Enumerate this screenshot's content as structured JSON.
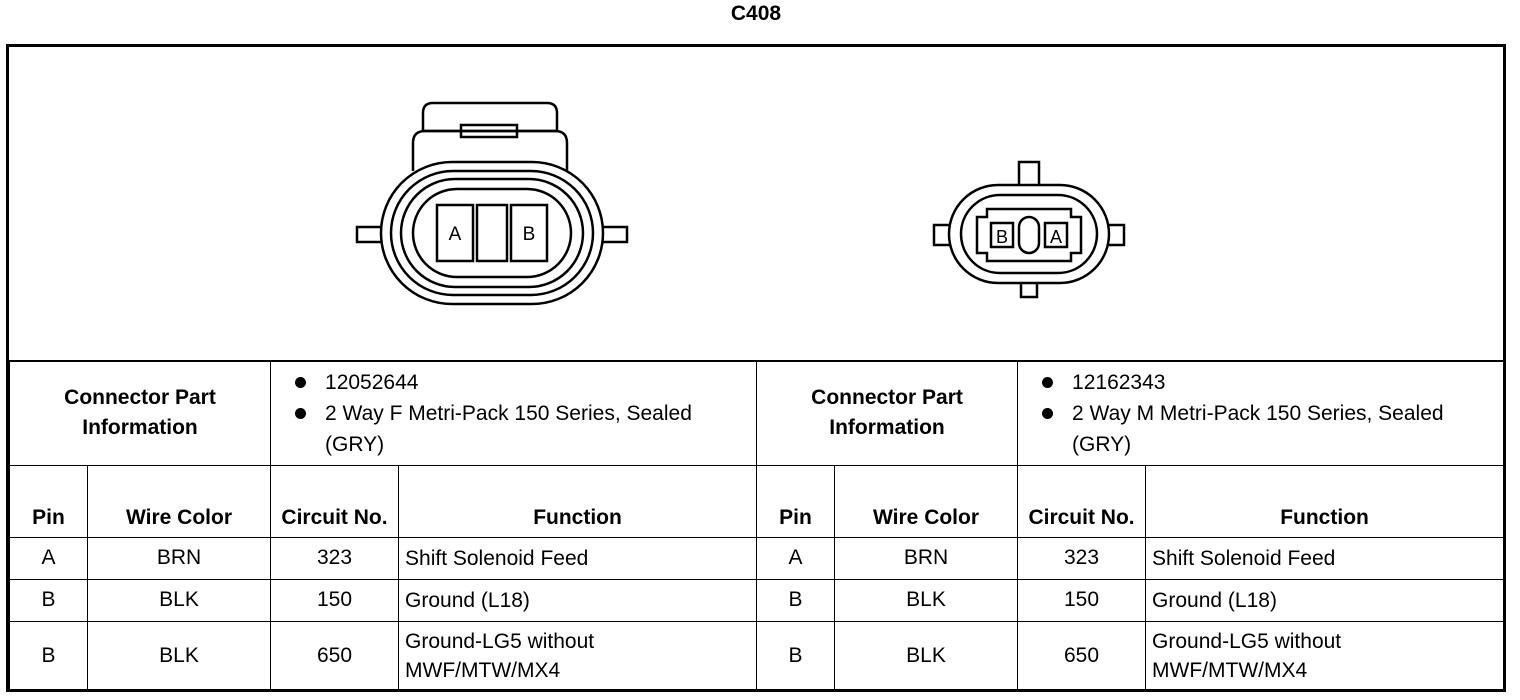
{
  "title": "C408",
  "left_connector": {
    "label": "Connector Part Information",
    "part_number": "12052644",
    "description": "2 Way F Metri-Pack 150 Series, Sealed (GRY)",
    "cavity_labels": [
      "A",
      "B"
    ]
  },
  "right_connector": {
    "label": "Connector Part Information",
    "part_number": "12162343",
    "description": "2 Way M Metri-Pack 150 Series, Sealed (GRY)",
    "cavity_labels": [
      "B",
      "A"
    ]
  },
  "headers": {
    "pin": "Pin",
    "wire_color": "Wire Color",
    "circuit_no": "Circuit No.",
    "function": "Function"
  },
  "left_rows": [
    {
      "pin": "A",
      "wire_color": "BRN",
      "circuit": "323",
      "function": "Shift Solenoid Feed"
    },
    {
      "pin": "B",
      "wire_color": "BLK",
      "circuit": "150",
      "function": "Ground (L18)"
    },
    {
      "pin": "B",
      "wire_color": "BLK",
      "circuit": "650",
      "function": "Ground-LG5 without MWF/MTW/MX4"
    }
  ],
  "right_rows": [
    {
      "pin": "A",
      "wire_color": "BRN",
      "circuit": "323",
      "function": "Shift Solenoid Feed"
    },
    {
      "pin": "B",
      "wire_color": "BLK",
      "circuit": "150",
      "function": "Ground (L18)"
    },
    {
      "pin": "B",
      "wire_color": "BLK",
      "circuit": "650",
      "function": "Ground-LG5 without MWF/MTW/MX4"
    }
  ]
}
